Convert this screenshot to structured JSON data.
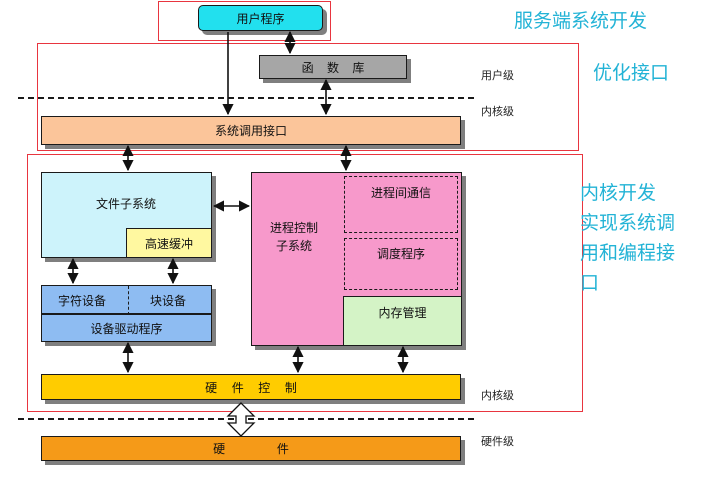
{
  "boxes": {
    "user_program": "用户程序",
    "function_library": "函 数 库",
    "syscall_interface": "系统调用接口",
    "file_subsystem": "文件子系统",
    "cache": "高速缓冲",
    "process_control": "进程控制\n子系统",
    "ipc": "进程间通信",
    "scheduler": "调度程序",
    "memory_management": "内存管理",
    "char_device": "字符设备",
    "block_device": "块设备",
    "device_driver": "设备驱动程序",
    "hardware_control": "硬 件 控 制",
    "hardware": "硬 件"
  },
  "levels": {
    "user": "用户级",
    "kernel_top": "内核级",
    "kernel_bottom": "内核级",
    "hardware": "硬件级"
  },
  "annotations": {
    "server_dev": "服务端系统开发",
    "optimize": "优化接口",
    "kernel_dev": "内核开发\n实现系统调\n用和编程接\n口"
  },
  "colors": {
    "user_program": "#22e0ee",
    "library": "#a6a6a6",
    "syscall": "#fbc59a",
    "file_sub": "#cdf3fb",
    "cache": "#fff8a0",
    "process": "#f799cb",
    "memory": "#d4f3c6",
    "device": "#8ebcf2",
    "hardware_control": "#ffcc00",
    "hardware": "#f59a18",
    "red_frame": "#e8353f",
    "annotation": "#23b3d6"
  }
}
